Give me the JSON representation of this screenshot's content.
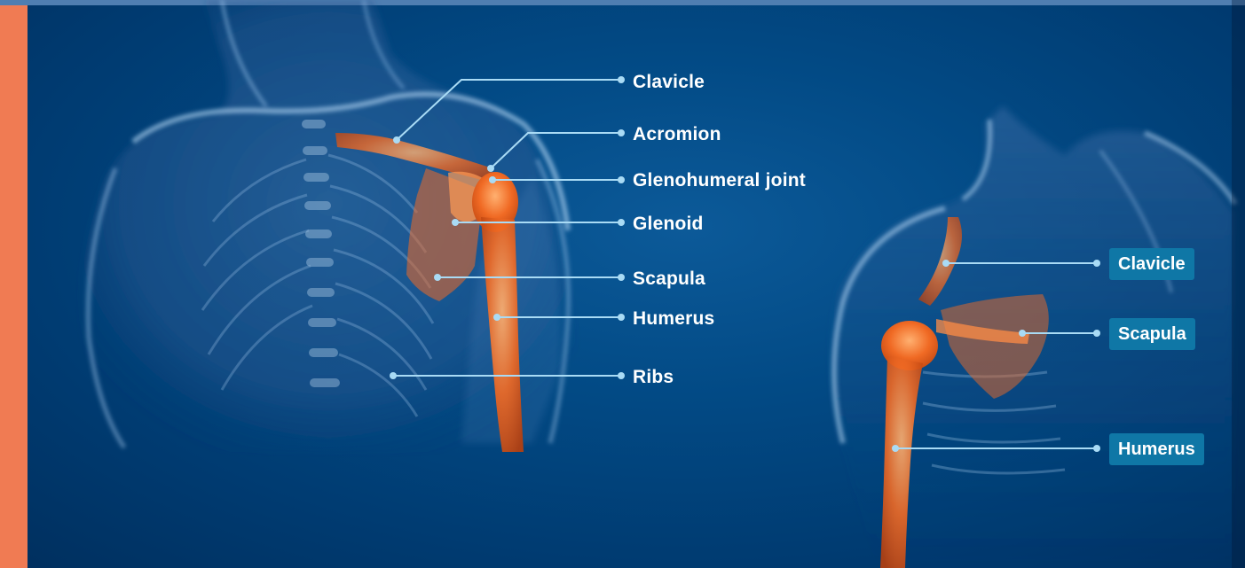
{
  "colors": {
    "background": "#003a70",
    "accent_bar": "#f07b53",
    "leader_line": "#a9dbf5",
    "tag_background": "#0f77a6",
    "bone": "#f06a24",
    "body_glow": "#9cc6ee"
  },
  "left_figure": {
    "labels": [
      {
        "text": "Clavicle"
      },
      {
        "text": "Acromion"
      },
      {
        "text": "Glenohumeral joint"
      },
      {
        "text": "Glenoid"
      },
      {
        "text": "Scapula"
      },
      {
        "text": "Humerus"
      },
      {
        "text": "Ribs"
      }
    ]
  },
  "right_figure": {
    "labels": [
      {
        "text": "Clavicle"
      },
      {
        "text": "Scapula"
      },
      {
        "text": "Humerus"
      }
    ]
  }
}
